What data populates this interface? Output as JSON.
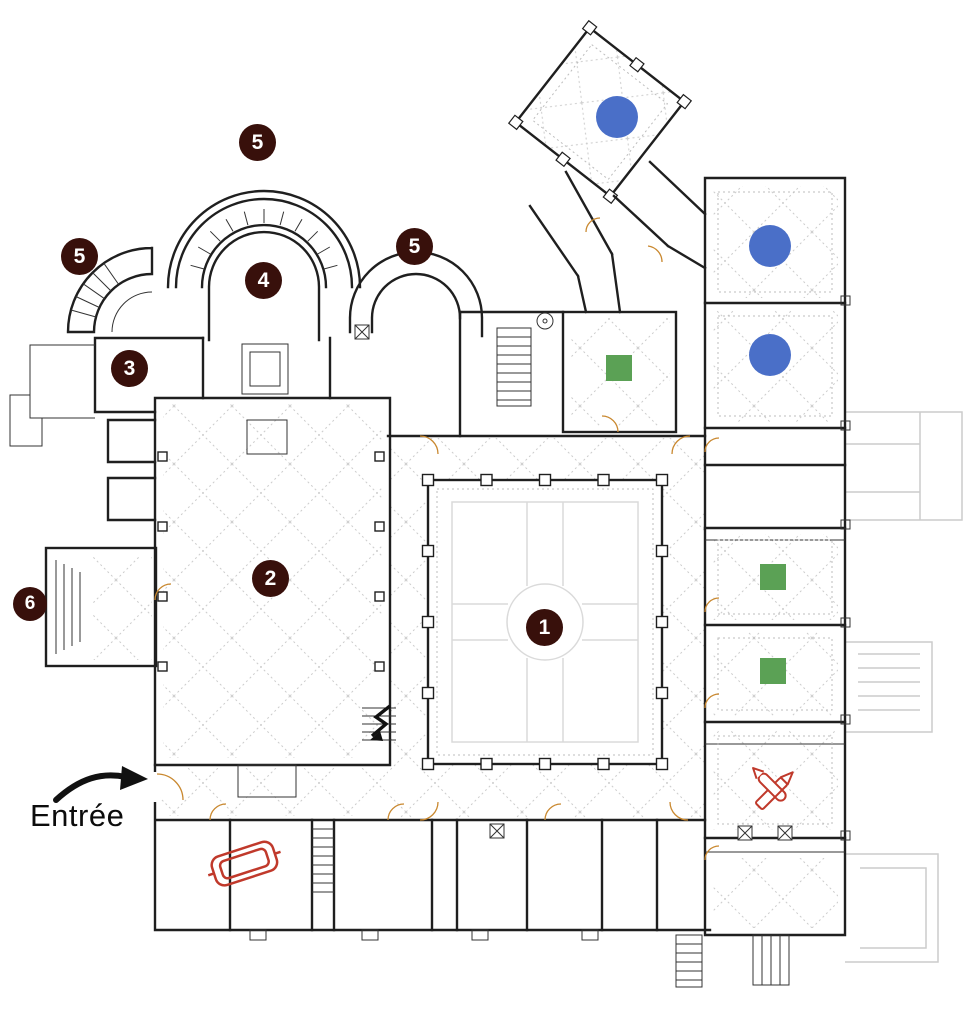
{
  "markers": [
    {
      "id": "1",
      "label": "1"
    },
    {
      "id": "2",
      "label": "2"
    },
    {
      "id": "3",
      "label": "3"
    },
    {
      "id": "4",
      "label": "4"
    },
    {
      "id": "5a",
      "label": "5"
    },
    {
      "id": "5b",
      "label": "5"
    },
    {
      "id": "5c",
      "label": "5"
    },
    {
      "id": "6",
      "label": "6"
    }
  ],
  "entrance": {
    "label": "Entrée"
  },
  "symbols": {
    "blue_circle": {
      "color": "#4a6fc8",
      "count": 3
    },
    "green_square": {
      "color": "#5ba155",
      "count": 3
    },
    "red_crossed_pens": {
      "color": "#c0392b"
    },
    "red_tomb": {
      "color": "#c0392b"
    }
  },
  "colors": {
    "marker_background": "#38100b",
    "wall": "#1f1f1f",
    "door_accent": "#c9882f",
    "vault_dotted": "#c9c9c9"
  }
}
